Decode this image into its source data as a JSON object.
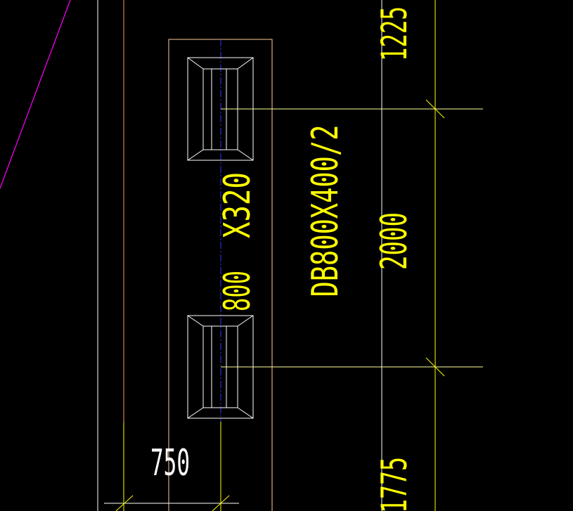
{
  "drawing": {
    "background": "#000000",
    "colors": {
      "white": "#ffffff",
      "yellow": "#ffff00",
      "blue": "#3333ff",
      "magenta": "#ff00ff",
      "orange": "#ff9966",
      "pale_yellow": "#ffffaa"
    },
    "labels": {
      "dimension_top": "1225",
      "dimension_middle": "2000",
      "dimension_bottom": "1775",
      "dimension_width": "750",
      "diffuser_size_a": "800",
      "diffuser_size_b": "X320",
      "diffuser_tag": "DB800X400/2"
    }
  }
}
